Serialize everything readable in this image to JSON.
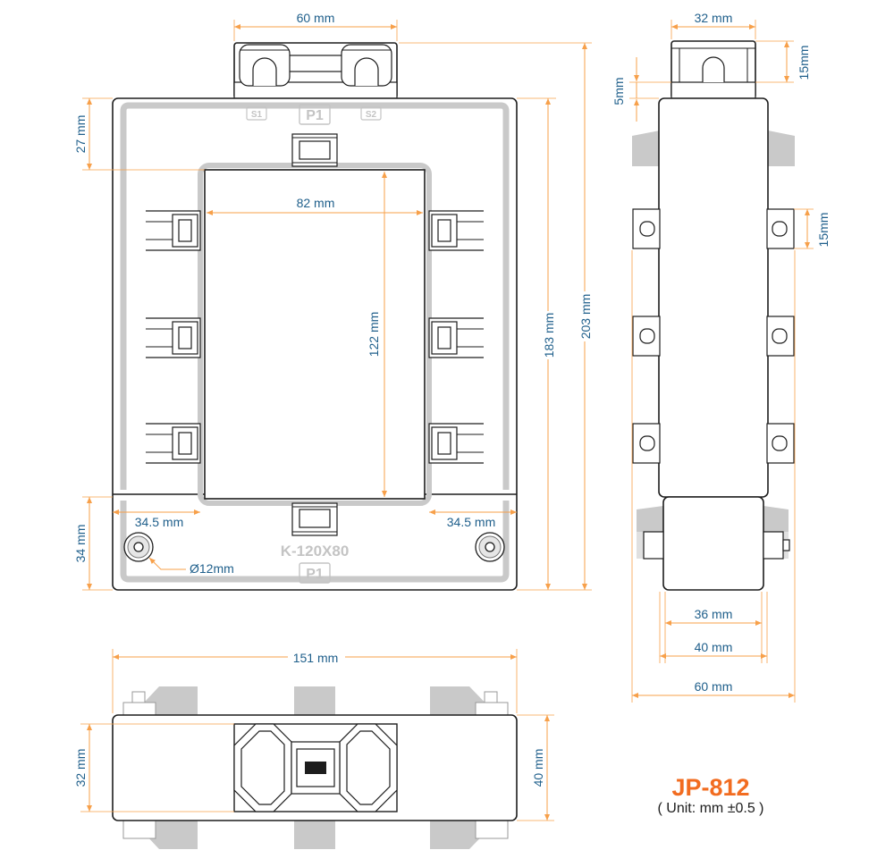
{
  "dimensions": {
    "front_top_width": "60 mm",
    "front_inner_top": "27 mm",
    "front_window_width": "82 mm",
    "front_window_height": "122 mm",
    "front_body_height": "183 mm",
    "front_total_height": "203 mm",
    "front_bottom_left": "34.5 mm",
    "front_bottom_right": "34.5 mm",
    "front_bottom_height": "34 mm",
    "front_hole_diameter": "Ø12mm",
    "side_top_width": "32 mm",
    "side_top_height": "15mm",
    "side_top_gap": "5mm",
    "side_clip_height": "15mm",
    "side_bottom_inner": "36 mm",
    "side_bottom_mid": "40 mm",
    "side_bottom_outer": "60 mm",
    "bottom_total_width": "151 mm",
    "bottom_inner_height": "32 mm",
    "bottom_total_height": "40 mm"
  },
  "markings": {
    "s1": "S1",
    "p1_top": "P1",
    "s2": "S2",
    "model_code": "K-120X80",
    "p1_bottom": "P1"
  },
  "title": {
    "model": "JP-812",
    "unit": "( Unit: mm ±0.5 )"
  },
  "colors": {
    "dimension_line": "#f7a04a",
    "dimension_text": "#1f5f8b",
    "outline": "#1d1d1d",
    "model_text": "#f26c20",
    "casting_grey": "#c9c9c9"
  }
}
